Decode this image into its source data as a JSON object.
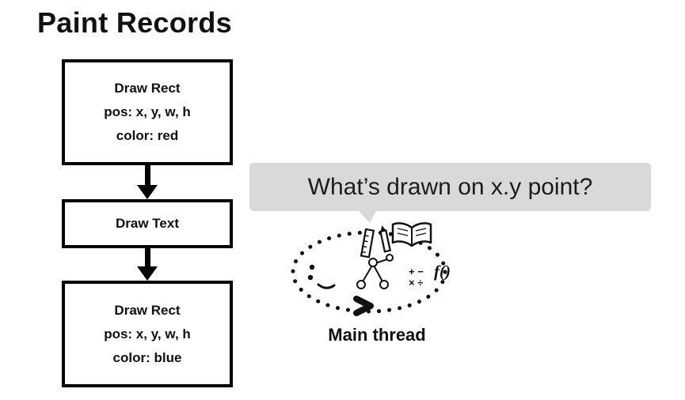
{
  "title": "Paint Records",
  "flowchart": {
    "boxes": [
      {
        "line1": "Draw Rect",
        "line2": "pos: x, y, w, h",
        "line3": "color: red"
      },
      {
        "line1": "Draw Text"
      },
      {
        "line1": "Draw Rect",
        "line2": "pos: x, y, w, h",
        "line3": "color: blue"
      }
    ]
  },
  "question_bubble": {
    "text": "What’s drawn on x.y point?"
  },
  "main_thread": {
    "label": "Main thread",
    "function_label": "f()",
    "math_row1": "+ −",
    "math_row2": "× ÷"
  },
  "colors": {
    "bubble_bg": "#d9d9d9",
    "box_border": "#000000",
    "ink": "#111111",
    "background": "#ffffff"
  }
}
